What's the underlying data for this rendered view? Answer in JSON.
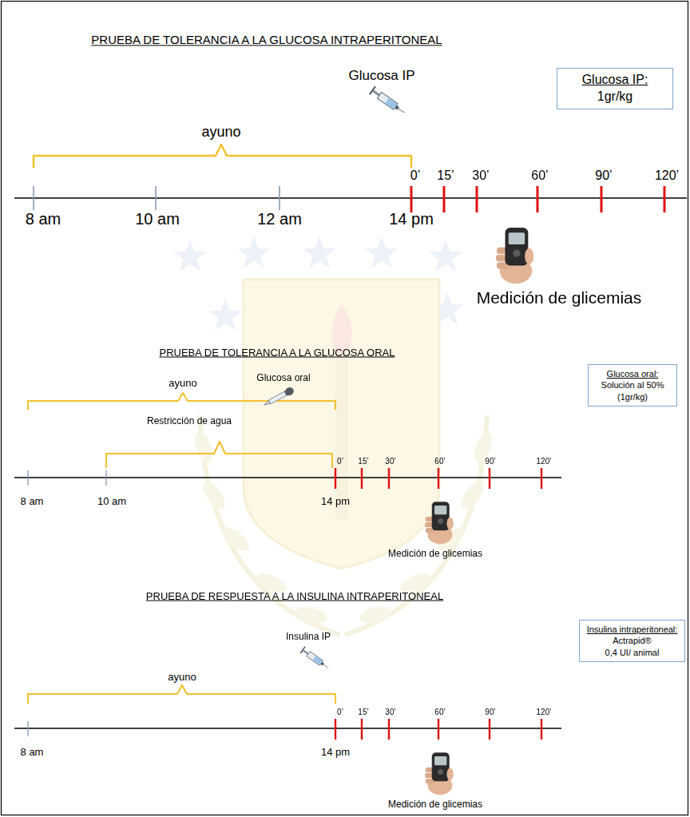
{
  "diagram": {
    "title": "PRUEBA DE TOLERANCIA A LA GLUCOSA INTRAPERITONEAL",
    "nodes": [
      {
        "text": [
          "Glucosa IP:",
          "1gr/kg"
        ]
      },
      {
        "text": [
          "Glucosa oral:",
          "Solución al 50% (1gr/kg)"
        ]
      },
      {
        "text": [
          "Insulina intraperitoneal:",
          "Actrapid®",
          "0,4 UI/ animal"
        ]
      }
    ],
    "labels": [
      "Glucosa IP",
      "ayuno",
      "0’",
      "15’",
      "30’",
      "60’",
      "90’",
      "120’",
      "8 am",
      "10 am",
      "12 am",
      "14 pm",
      "Medición de glicemias",
      "PRUEBA DE TOLERANCIA A LA GLUCOSA ORAL",
      "Glucosa oral",
      "ayuno",
      "Restricción de agua",
      "0’",
      "15’",
      "30’",
      "60’",
      "90’",
      "120’",
      "8 am",
      "10 am",
      "14 pm",
      "Medición de glicemias",
      "PRUEBA DE RESPUESTA A LA INSULINA INTRAPERITONEAL",
      "Insulina IP",
      "ayuno",
      "0’",
      "15’",
      "30’",
      "60’",
      "90’",
      "120’",
      "8 am",
      "14 pm",
      "Medición de glicemias"
    ]
  }
}
